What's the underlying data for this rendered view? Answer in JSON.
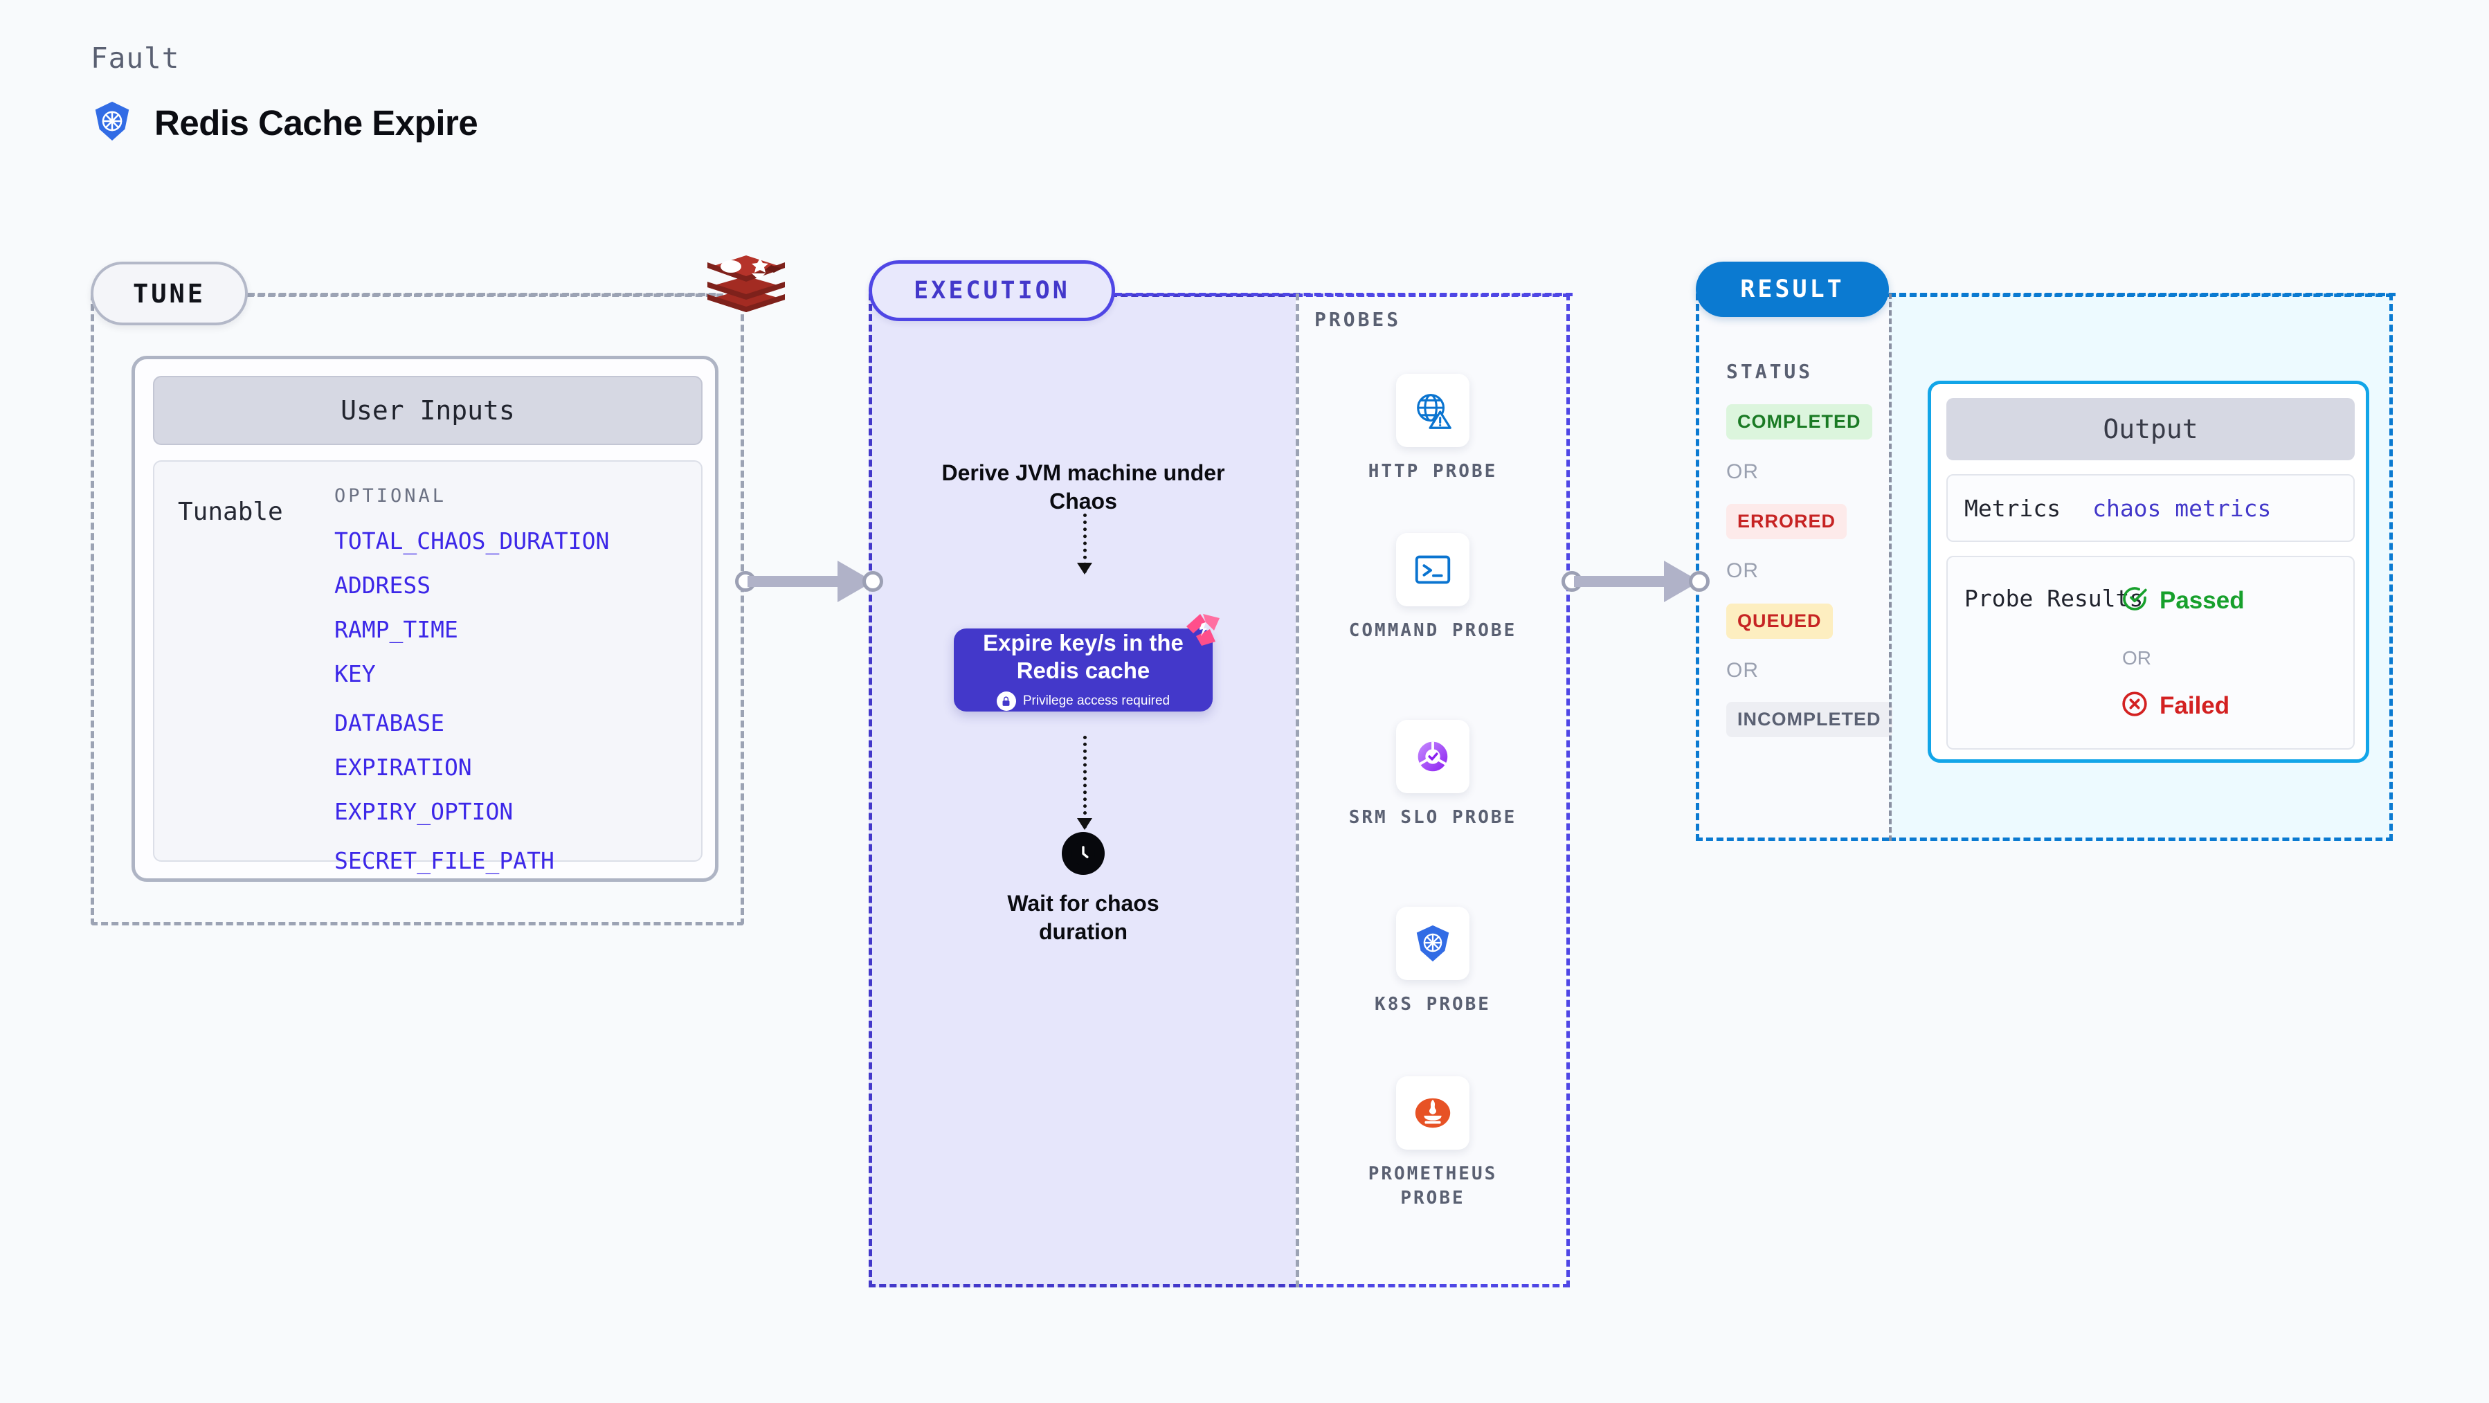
{
  "header": {
    "eyebrow": "Fault",
    "title": "Redis Cache Expire",
    "icon": "kubernetes-icon"
  },
  "tune": {
    "pill_label": "TUNE",
    "source_icon": "redis-logo",
    "user_inputs_header": "User Inputs",
    "tunable_label": "Tunable",
    "optional_label": "OPTIONAL",
    "tunables": [
      "TOTAL_CHAOS_DURATION",
      "ADDRESS",
      "RAMP_TIME",
      "KEY",
      "DATABASE",
      "EXPIRATION",
      "EXPIRY_OPTION",
      "SECRET_FILE_PATH"
    ]
  },
  "execution": {
    "pill_label": "EXECUTION",
    "step_derive": "Derive JVM machine under Chaos",
    "action_card": {
      "title": "Expire key/s in the Redis cache",
      "privilege_note": "Privilege access required",
      "lock_icon": "lock-icon",
      "corner_icon": "litmus-icon"
    },
    "step_wait": "Wait for chaos duration",
    "clock_icon": "clock-icon"
  },
  "probes": {
    "title": "PROBES",
    "items": [
      {
        "label": "HTTP PROBE",
        "icon": "globe-warning-icon"
      },
      {
        "label": "COMMAND PROBE",
        "icon": "terminal-icon"
      },
      {
        "label": "SRM SLO PROBE",
        "icon": "slo-gauge-icon"
      },
      {
        "label": "K8S PROBE",
        "icon": "kubernetes-icon"
      },
      {
        "label": "PROMETHEUS PROBE",
        "icon": "prometheus-icon"
      }
    ]
  },
  "result": {
    "pill_label": "RESULT",
    "status_title": "STATUS",
    "or_label": "OR",
    "statuses": [
      {
        "label": "COMPLETED",
        "bg": "#dcf5dd",
        "color": "#1a7a24"
      },
      {
        "label": "ERRORED",
        "bg": "#fdeaea",
        "color": "#c62323"
      },
      {
        "label": "QUEUED",
        "bg": "#fdeec0",
        "color": "#c62323"
      },
      {
        "label": "INCOMPLETED",
        "bg": "#edeef3",
        "color": "#5a6072"
      }
    ],
    "output": {
      "header": "Output",
      "metrics_label": "Metrics",
      "metrics_value": "chaos metrics",
      "probe_results_label": "Probe Results",
      "passed_label": "Passed",
      "failed_label": "Failed",
      "or_label": "OR",
      "passed_icon": "check-circle-icon",
      "failed_icon": "x-circle-icon"
    }
  },
  "colors": {
    "tune_accent": "#9ca3b4",
    "execution_accent": "#4f46e5",
    "result_accent": "#0b7ad1",
    "tunable_text": "#3c27e8",
    "output_border": "#12a5e8"
  }
}
